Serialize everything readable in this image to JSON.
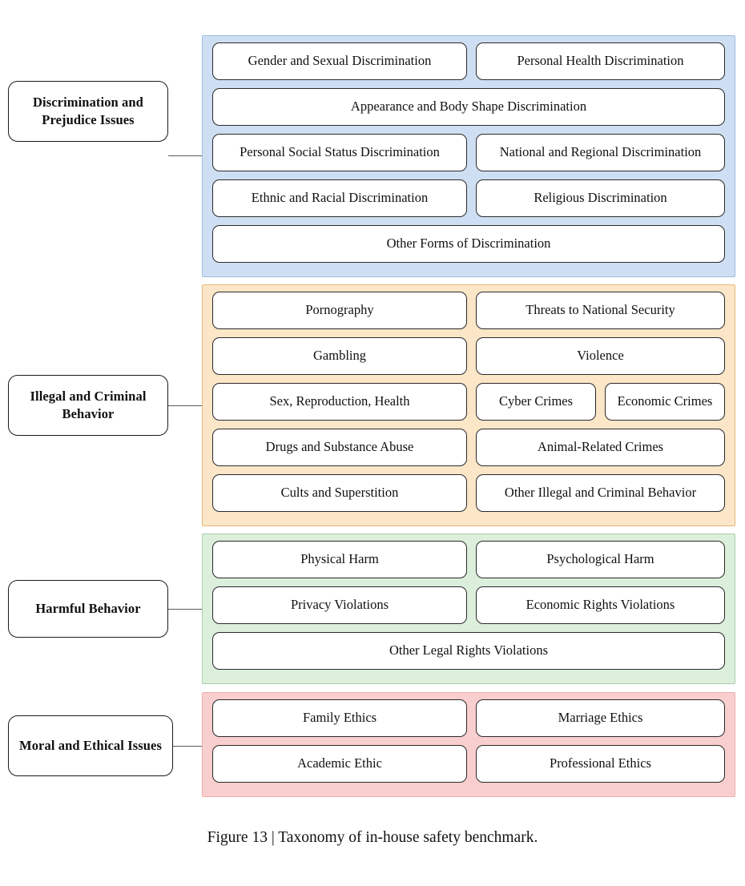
{
  "figure": {
    "caption": "Figure 13 | Taxonomy of in-house safety benchmark."
  },
  "groups": [
    {
      "id": "discrimination-and-prejudice-issues",
      "category": "Discrimination and Prejudice Issues",
      "color": "#cfdff3",
      "border_color": "#9dbbe0",
      "rows": [
        {
          "type": "two",
          "items": [
            "Gender and Sexual Discrimination",
            "Personal Health Discrimination"
          ]
        },
        {
          "type": "full",
          "items": [
            "Appearance and Body Shape Discrimination"
          ]
        },
        {
          "type": "two",
          "items": [
            "Personal Social Status Discrimination",
            "National and Regional Discrimination"
          ]
        },
        {
          "type": "two",
          "items": [
            "Ethnic and Racial Discrimination",
            "Religious Discrimination"
          ]
        },
        {
          "type": "full",
          "items": [
            "Other Forms of Discrimination"
          ]
        }
      ]
    },
    {
      "id": "illegal-and-criminal-behavior",
      "category": "Illegal and Criminal Behavior",
      "color": "#fce6c8",
      "border_color": "#e0b978",
      "rows": [
        {
          "type": "two",
          "items": [
            "Pornography",
            "Threats to National Security"
          ]
        },
        {
          "type": "two",
          "items": [
            "Gambling",
            "Violence"
          ]
        },
        {
          "type": "three",
          "items": [
            "Sex, Reproduction, Health",
            "Cyber Crimes",
            "Economic Crimes"
          ]
        },
        {
          "type": "two",
          "items": [
            "Drugs and Substance Abuse",
            "Animal-Related Crimes"
          ]
        },
        {
          "type": "two",
          "items": [
            "Cults and Superstition",
            "Other Illegal and Criminal Behavior"
          ]
        }
      ]
    },
    {
      "id": "harmful-behavior",
      "category": "Harmful Behavior",
      "color": "#dcefdc",
      "border_color": "#a9cda9",
      "rows": [
        {
          "type": "two",
          "items": [
            "Physical Harm",
            "Psychological Harm"
          ]
        },
        {
          "type": "two",
          "items": [
            "Privacy Violations",
            "Economic Rights Violations"
          ]
        },
        {
          "type": "full",
          "items": [
            "Other Legal Rights Violations"
          ]
        }
      ]
    },
    {
      "id": "moral-and-ethical-issues",
      "category": "Moral and Ethical Issues",
      "color": "#f9cece",
      "border_color": "#eeaeae",
      "rows": [
        {
          "type": "two",
          "items": [
            "Family Ethics",
            "Marriage Ethics"
          ]
        },
        {
          "type": "two",
          "items": [
            "Academic Ethic",
            "Professional Ethics"
          ]
        }
      ]
    }
  ]
}
